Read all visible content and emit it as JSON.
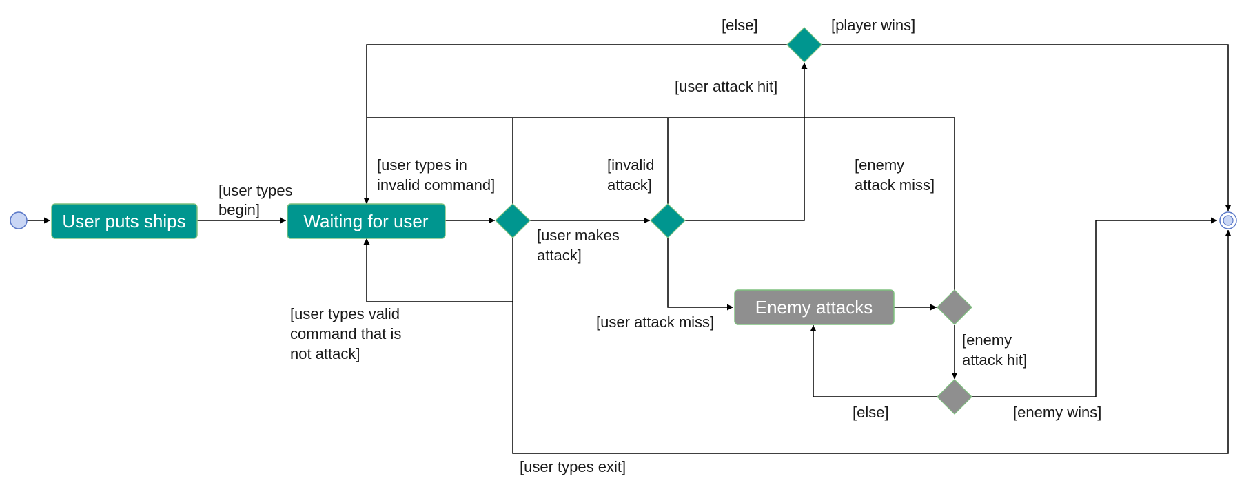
{
  "nodes": {
    "user_puts_ships": "User puts ships",
    "waiting_for_user": "Waiting for user",
    "enemy_attacks": "Enemy attacks"
  },
  "edge_labels": {
    "user_types_begin": [
      "[user types",
      "begin]"
    ],
    "user_types_invalid_command": [
      "[user types in",
      "invalid command]"
    ],
    "user_makes_attack": [
      "[user makes",
      "attack]"
    ],
    "invalid_attack": [
      "[invalid",
      "attack]"
    ],
    "user_attack_hit": "[user attack hit]",
    "else_top": "[else]",
    "player_wins": "[player wins]",
    "enemy_attack_miss": [
      "[enemy",
      "attack miss]"
    ],
    "user_types_valid_not_attack": [
      "[user types valid",
      "command that is",
      "not attack]"
    ],
    "user_attack_miss": "[user attack miss]",
    "enemy_attack_hit": [
      "[enemy",
      "attack hit]"
    ],
    "else_bottom": "[else]",
    "enemy_wins": "[enemy wins]",
    "user_types_exit": "[user types exit]"
  },
  "colors": {
    "teal": "#00968f",
    "gray": "#8f8f8f",
    "initial_fill": "#c9d6f5",
    "initial_stroke": "#5a78c8",
    "node_border": "#7fc17f"
  }
}
